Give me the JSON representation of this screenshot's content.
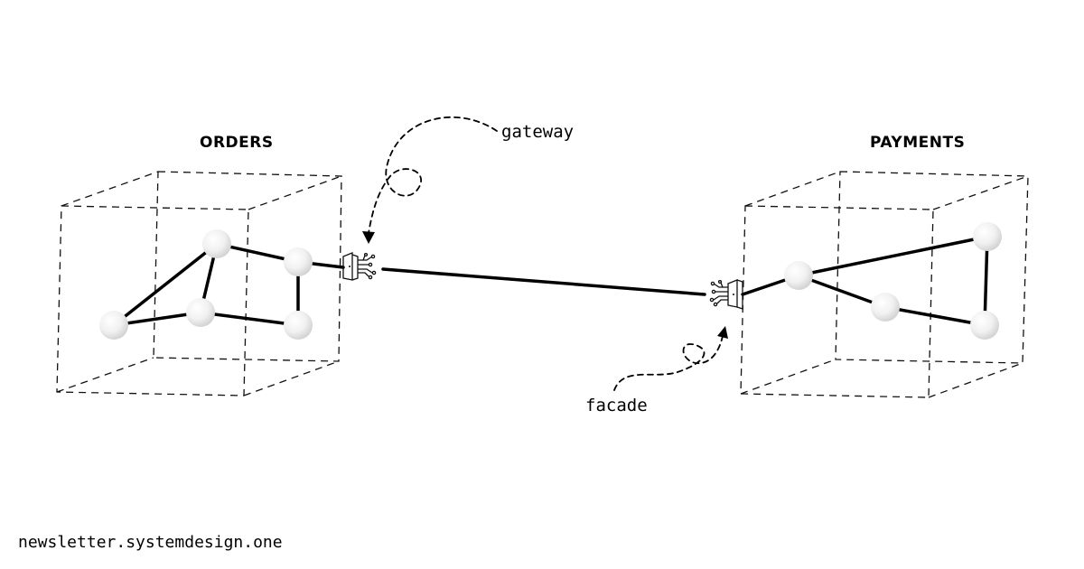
{
  "labels": {
    "left_box": "ORDERS",
    "right_box": "PAYMENTS",
    "gateway": "gateway",
    "facade": "facade",
    "footer": "newsletter.systemdesign.one"
  },
  "colors": {
    "background": "#ffffff",
    "ink": "#000000",
    "node_fill": "#f2f2f2"
  },
  "icons": [
    "door-circuit-icon",
    "door-circuit-icon"
  ]
}
